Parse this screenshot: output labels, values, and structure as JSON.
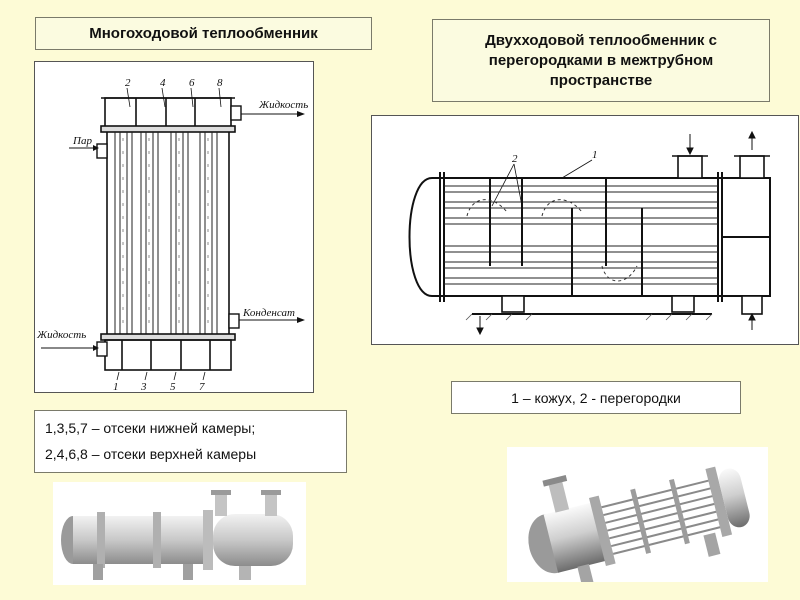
{
  "left_title": "Многоходовой теплообменник",
  "right_title": "Двухходовой теплообменник с перегородками в межтрубном пространстве",
  "multipass": {
    "top_numbers": [
      "2",
      "4",
      "6",
      "8"
    ],
    "bottom_numbers": [
      "1",
      "3",
      "5",
      "7"
    ],
    "label_steam": "Пар",
    "label_liquid_out": "Жидкость",
    "label_condensate": "Конденсат",
    "label_liquid_in": "Жидкость"
  },
  "twopass": {
    "label_1": "1",
    "label_2": "2"
  },
  "legend_left": {
    "line1": "1,3,5,7 – отсеки нижней камеры;",
    "line2": "2,4,6,8 – отсеки верхней камеры"
  },
  "legend_right": "1 – кожух, 2 - перегородки"
}
